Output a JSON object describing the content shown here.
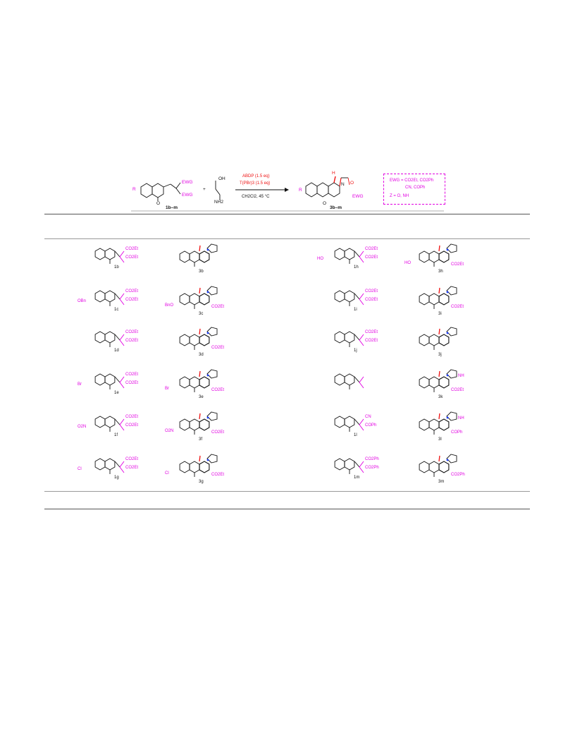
{
  "scheme": {
    "r_label": "R",
    "ewg_top": "EWG",
    "ewg_bottom": "EWG",
    "carbonyl_o": "O",
    "ring_o": "O",
    "sm_label": "1b–m",
    "plus": "+",
    "reagent_oh": "OH",
    "reagent_nh2": "NH2",
    "cond_1": "ABDP (1.5 eq)",
    "cond_2": "T(PBr)3 (1.5 eq)",
    "cond_3": "CH2Cl2, 45 °C",
    "prod_h": "H",
    "prod_n": "N",
    "prod_o": "O",
    "prod_ewg": "EWG",
    "prod_label": "3b–m",
    "box_1": "EWG = CO2Et, CO2Ph",
    "box_2": "CN, COPh",
    "box_3": "Z = O, NH"
  },
  "entries": [
    {
      "sm": "1b",
      "prod": "3b",
      "sm_subs": [
        "CO2Et",
        "CO2Et"
      ],
      "prod_subs": []
    },
    {
      "sm": "1c",
      "prod": "3c",
      "sm_subs": [
        "OBn",
        "CO2Et",
        "CO2Et"
      ],
      "prod_subs": [
        "BnO",
        "CO2Et"
      ]
    },
    {
      "sm": "1d",
      "prod": "3d",
      "sm_subs": [
        "CO2Et",
        "CO2Et"
      ],
      "prod_subs": [
        "CO2Et"
      ]
    },
    {
      "sm": "1e",
      "prod": "3e",
      "sm_subs": [
        "Br",
        "CO2Et",
        "CO2Et"
      ],
      "prod_subs": [
        "Br",
        "CO2Et"
      ]
    },
    {
      "sm": "1f",
      "prod": "3f",
      "sm_subs": [
        "O2N",
        "CO2Et",
        "CO2Et"
      ],
      "prod_subs": [
        "O2N",
        "CO2Et"
      ]
    },
    {
      "sm": "1g",
      "prod": "3g",
      "sm_subs": [
        "Cl",
        "CO2Et",
        "CO2Et"
      ],
      "prod_subs": [
        "Cl",
        "CO2Et"
      ]
    },
    {
      "sm": "1h",
      "prod": "3h",
      "sm_subs": [
        "HO",
        "CO2Et",
        "CO2Et"
      ],
      "prod_subs": [
        "HO",
        "CO2Et"
      ]
    },
    {
      "sm": "1i",
      "prod": "3i",
      "sm_subs": [
        "CO2Et",
        "CO2Et"
      ],
      "prod_subs": [
        "CO2Et"
      ]
    },
    {
      "sm": "1j",
      "prod": "3j",
      "sm_subs": [
        "CO2Et",
        "CO2Et"
      ],
      "prod_subs": []
    },
    {
      "sm": "",
      "prod": "3k",
      "sm_subs": [],
      "prod_subs": [
        "NH",
        "CO2Et"
      ]
    },
    {
      "sm": "1l",
      "prod": "3l",
      "sm_subs": [
        "CN",
        "COPh"
      ],
      "prod_subs": [
        "NH",
        "COPh"
      ]
    },
    {
      "sm": "1m",
      "prod": "3m",
      "sm_subs": [
        "CO2Ph",
        "CO2Ph"
      ],
      "prod_subs": [
        "CO2Ph"
      ]
    }
  ],
  "colors": {
    "substituent": "#e100e1",
    "stereo_h": "#e11111",
    "nitrogen": "#1a3cff",
    "rule": "#555555"
  }
}
